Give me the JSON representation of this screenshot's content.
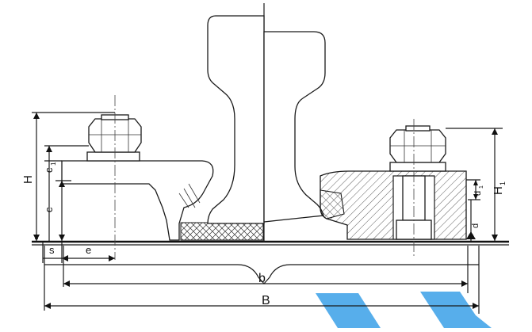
{
  "labels": {
    "H": "H",
    "c1": "c",
    "c1_sub": "1",
    "c": "c",
    "s": "s",
    "e": "e",
    "b": "b",
    "B": "B",
    "H1": "H",
    "H1_sub": "1",
    "d1": "d",
    "d1_sub": "1",
    "d": "d"
  },
  "colors": {
    "line": "#1a1a1a",
    "watermark": "#3aa0e8"
  }
}
